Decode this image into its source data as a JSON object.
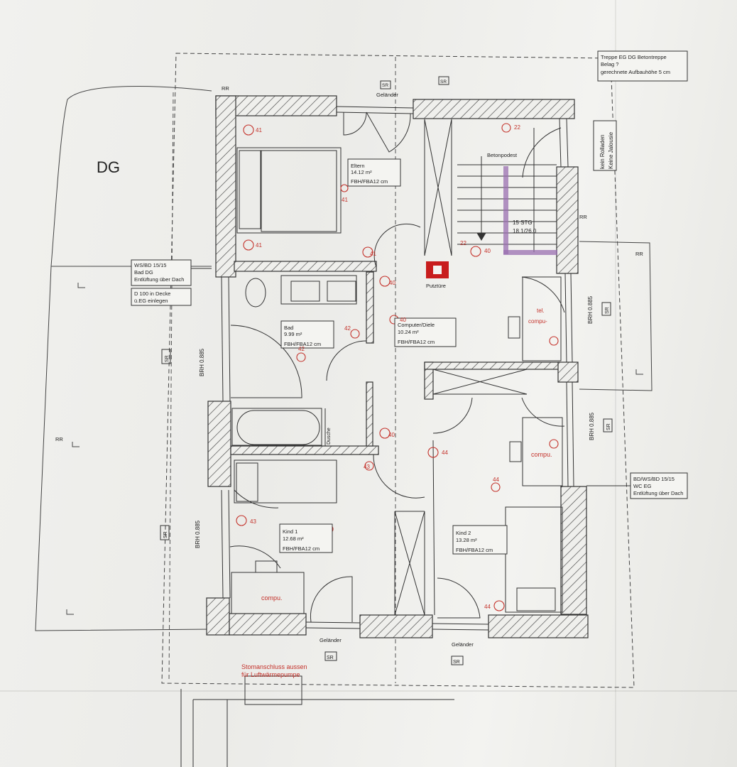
{
  "floor_label": "DG",
  "notes": {
    "stairs_top_right": [
      "Treppe EG DG Betontreppe",
      "Belag ?",
      "gerechnete Aufbauhöhe 5 cm"
    ],
    "bad_dg": [
      "WS/BD 15/15",
      "Bad DG",
      "Entlüftung über Dach"
    ],
    "d100": [
      "D 100 in Decke",
      "ü.EG einlegen"
    ],
    "wc_eg": [
      "BD/WS/BD 15/15",
      "WC EG",
      "Entlüftung über Dach"
    ],
    "rolladen": "kein Rolladen",
    "jalousie": "Keine Jalousie",
    "power": [
      "Stomanschluss aussen",
      "für Luftwärmepumpe"
    ]
  },
  "rooms": {
    "eltern": {
      "name": "Eltern",
      "area": "14.12 m²",
      "floor": "FBH/FBA12 cm"
    },
    "bad": {
      "name": "Bad",
      "area": "9.99 m²",
      "floor": "FBH/FBA12 cm"
    },
    "diele": {
      "name": "Computer/Diele",
      "area": "10.24 m²",
      "floor": "FBH/FBA12 cm"
    },
    "kind1": {
      "name": "Kind 1",
      "area": "12.68 m²",
      "floor": "FBH/FBA12 cm"
    },
    "kind2": {
      "name": "Kind 2",
      "area": "13.28 m²",
      "floor": "FBH/FBA12 cm"
    }
  },
  "labels": {
    "gelaender": "Geländer",
    "sr": "SR",
    "rr": "RR",
    "brh": "BRH 0.885",
    "betonpodest": "Betonpodest",
    "stairs": [
      "15 STG",
      "18.1/26.0"
    ],
    "putztuere": "Putztüre",
    "dusche": "Dusche",
    "compu": "compu.",
    "tel": "tel.",
    "compu_short": "compu-"
  },
  "markers": [
    "41",
    "41",
    "41",
    "41",
    "40",
    "40",
    "40",
    "40",
    "22",
    "22",
    "42",
    "42",
    "43",
    "43",
    "44",
    "44",
    "44"
  ]
}
